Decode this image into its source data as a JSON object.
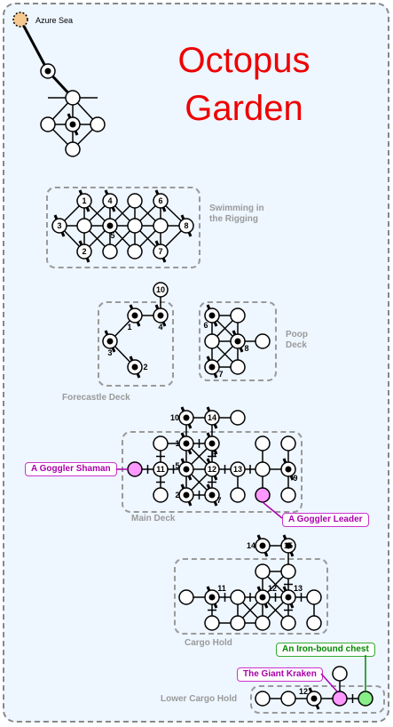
{
  "map": {
    "title_line1": "Octopus",
    "title_line2": "Garden",
    "start_location": "Azure Sea",
    "regions": [
      {
        "key": "rigging",
        "name_line1": "Swimming in",
        "name_line2": "the Rigging"
      },
      {
        "key": "forecastle",
        "name_line1": "Forecastle Deck",
        "name_line2": ""
      },
      {
        "key": "poop",
        "name_line1": "Poop",
        "name_line2": "Deck"
      },
      {
        "key": "main",
        "name_line1": "Main Deck",
        "name_line2": ""
      },
      {
        "key": "cargo",
        "name_line1": "Cargo Hold",
        "name_line2": ""
      },
      {
        "key": "lower",
        "name_line1": "Lower Cargo Hold",
        "name_line2": ""
      }
    ],
    "markers": {
      "rigging": [
        "1",
        "4",
        "6",
        "3",
        "5",
        "8",
        "2",
        "7"
      ],
      "forecastle": [
        "10",
        "1",
        "4",
        "3",
        "2"
      ],
      "poop": [
        "6",
        "8",
        "7"
      ],
      "main": [
        "10",
        "14",
        "1",
        "6",
        "5",
        "12",
        "11",
        "13",
        "9",
        "2",
        "7"
      ],
      "cargo": [
        "14",
        "15",
        "11",
        "12",
        "13"
      ],
      "lower": [
        "12"
      ]
    },
    "npcs": [
      {
        "label": "A Goggler Shaman",
        "type": "enemy"
      },
      {
        "label": "A Goggler Leader",
        "type": "enemy"
      },
      {
        "label": "The Giant Kraken",
        "type": "enemy"
      },
      {
        "label": "An Iron-bound chest",
        "type": "chest"
      }
    ],
    "colors": {
      "background": "#eef6ff",
      "title": "#ee0000",
      "region_border": "#9a9a9a",
      "enemy_fill": "#ff99ff",
      "enemy_text": "#aa00aa",
      "chest_fill": "#88ee88",
      "chest_text": "#008800",
      "start_fill": "#f5c890"
    }
  }
}
